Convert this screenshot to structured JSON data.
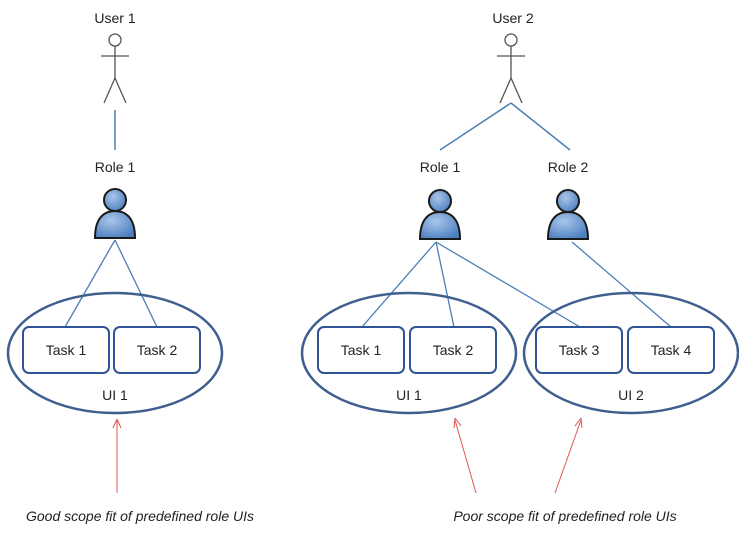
{
  "colors": {
    "connector": "#4a7fb5",
    "ellipse": "#3f5f8f",
    "task_border": "#2f5496",
    "arrow": "#e05555",
    "stickman": "#555555",
    "role_fill": "#6f9bd0",
    "role_outline": "#1a1a1a"
  },
  "icons": {
    "user": "stick-figure-icon",
    "role": "person-silhouette-icon"
  },
  "left": {
    "user_label": "User 1",
    "role_label": "Role 1",
    "tasks": [
      "Task 1",
      "Task 2"
    ],
    "ui_label": "UI 1",
    "caption": "Good scope fit of predefined role UIs"
  },
  "right": {
    "user_label": "User 2",
    "roles": [
      "Role 1",
      "Role 2"
    ],
    "ui1": {
      "label": "UI 1",
      "tasks": [
        "Task 1",
        "Task 2"
      ]
    },
    "ui2": {
      "label": "UI 2",
      "tasks": [
        "Task 3",
        "Task 4"
      ]
    },
    "caption": "Poor scope fit of predefined role UIs"
  }
}
